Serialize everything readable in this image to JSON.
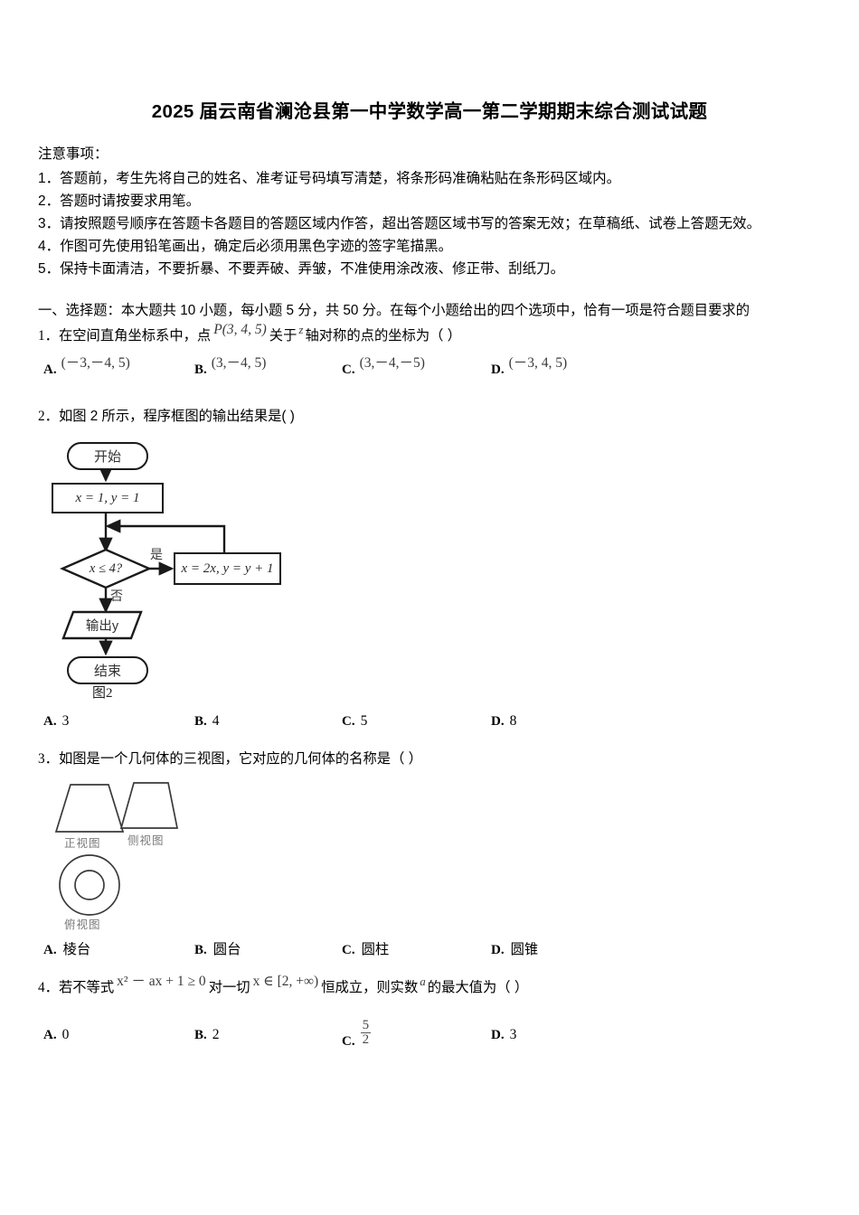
{
  "document": {
    "title": "2025 届云南省澜沧县第一中学数学高一第二学期期末综合测试试题",
    "notice_heading": "注意事项：",
    "notices": [
      "1．答题前，考生先将自己的姓名、准考证号码填写清楚，将条形码准确粘贴在条形码区域内。",
      "2．答题时请按要求用笔。",
      "3．请按照题号顺序在答题卡各题目的答题区域内作答，超出答题区域书写的答案无效；在草稿纸、试卷上答题无效。",
      "4．作图可先使用铅笔画出，确定后必须用黑色字迹的签字笔描黑。",
      "5．保持卡面清洁，不要折暴、不要弄破、弄皱，不准使用涂改液、修正带、刮纸刀。"
    ],
    "section_heading": "一、选择题：本大题共 10 小题，每小题 5 分，共 50 分。在每个小题给出的四个选项中，恰有一项是符合题目要求的"
  },
  "questions": [
    {
      "number": "1．",
      "text_before": "在空间直角坐标系中，点",
      "formula": "P(3, 4, 5)",
      "text_mid": "关于",
      "formula2": "z",
      "text_after": "轴对称的点的坐标为（   ）",
      "options": [
        {
          "label": "A.",
          "value": "(－3,－4, 5)"
        },
        {
          "label": "B.",
          "value": "(3,－4, 5)"
        },
        {
          "label": "C.",
          "value": "(3,－4,－5)"
        },
        {
          "label": "D.",
          "value": "(－3, 4, 5)"
        }
      ]
    },
    {
      "number": "2．",
      "text": "如图 2 所示，程序框图的输出结果是(  )",
      "options": [
        {
          "label": "A.",
          "value": "3"
        },
        {
          "label": "B.",
          "value": "4"
        },
        {
          "label": "C.",
          "value": "5"
        },
        {
          "label": "D.",
          "value": "8"
        }
      ]
    },
    {
      "number": "3．",
      "text": "如图是一个几何体的三视图，它对应的几何体的名称是（   ）",
      "options": [
        {
          "label": "A.",
          "value": "棱台"
        },
        {
          "label": "B.",
          "value": "圆台"
        },
        {
          "label": "C.",
          "value": "圆柱"
        },
        {
          "label": "D.",
          "value": "圆锥"
        }
      ]
    },
    {
      "number": "4．",
      "text_before": "若不等式",
      "formula": "x² － ax + 1 ≥ 0",
      "text_mid": "对一切",
      "formula2": "x ∈ [2, +∞)",
      "text_after": "恒成立，则实数",
      "formula3": "a",
      "text_end": "的最大值为（ ）",
      "options": [
        {
          "label": "A.",
          "value": "0"
        },
        {
          "label": "B.",
          "value": "2"
        },
        {
          "label": "C.",
          "value_numerator": "5",
          "value_denominator": "2"
        },
        {
          "label": "D.",
          "value": "3"
        }
      ]
    }
  ],
  "flowchart": {
    "caption": "图2",
    "start": "开始",
    "init": "x = 1, y = 1",
    "condition": "x ≤ 4?",
    "yes_label": "是",
    "no_label": "否",
    "process": "x = 2x, y = y + 1",
    "output": "输出y",
    "end": "结束"
  },
  "three_views": {
    "front_label": "正视图",
    "side_label": "侧视图",
    "top_label": "俯视图"
  }
}
